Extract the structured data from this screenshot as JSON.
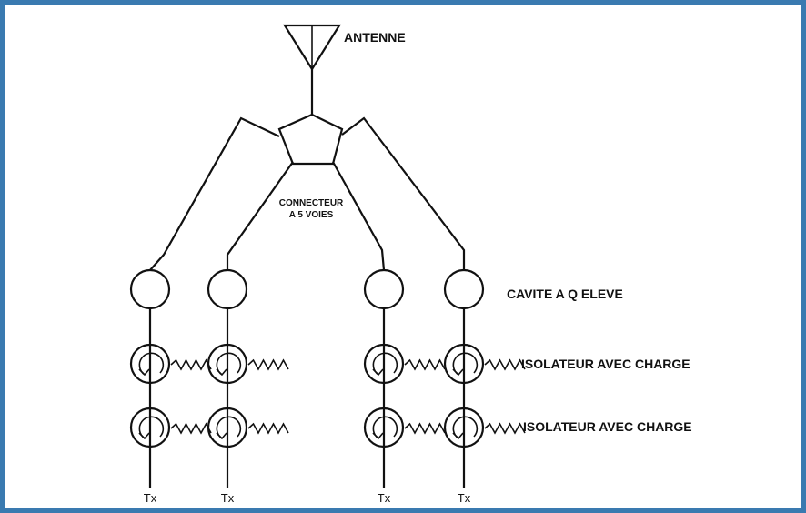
{
  "labels": {
    "antenna": "ANTENNE",
    "connector_line1": "CONNECTEUR",
    "connector_line2": "A 5 VOIES",
    "cavity": "CAVITE A Q ELEVE",
    "isolator_upper": "ISOLATEUR AVEC CHARGE",
    "isolator_lower": "ISOLATEUR AVEC CHARGE",
    "tx": [
      "Tx",
      "Tx",
      "Tx",
      "Tx"
    ]
  },
  "colors": {
    "frame": "#3a7ab0",
    "ink": "#111111"
  },
  "components": {
    "branches": 4,
    "isolators_per_branch": 2
  }
}
